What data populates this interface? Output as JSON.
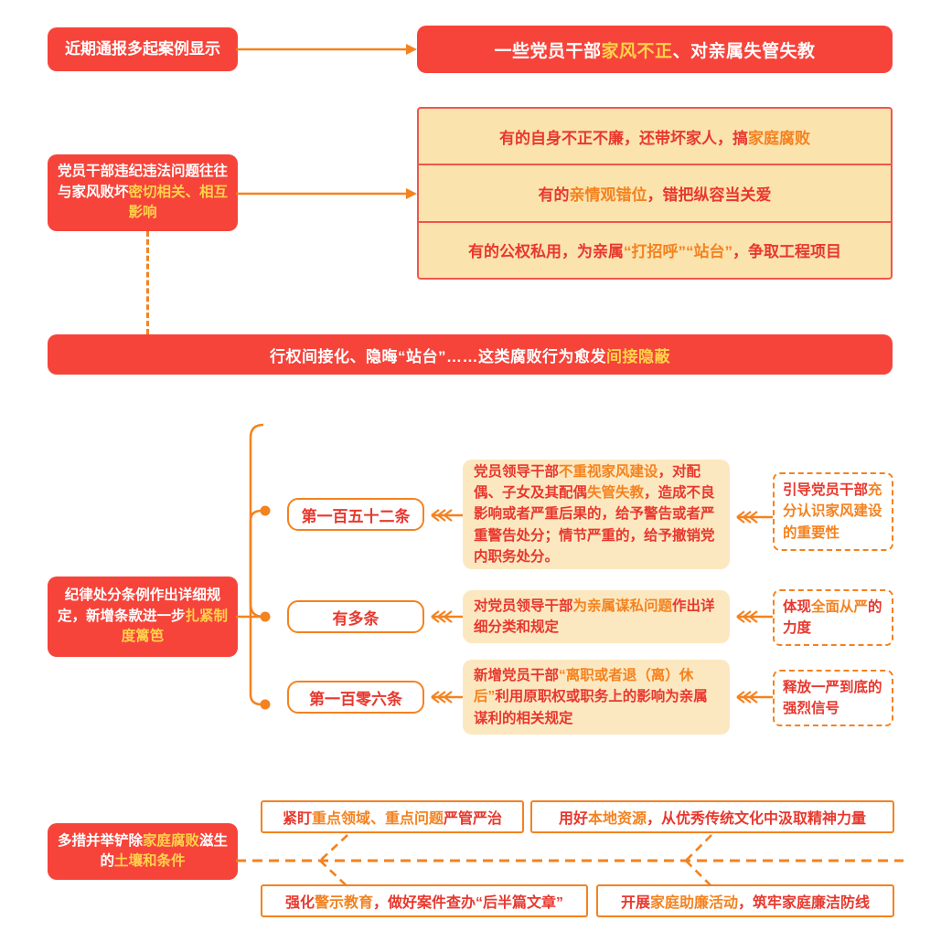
{
  "theme": {
    "red": "#F6443B",
    "deep_red": "#E8382E",
    "orange": "#F4821F",
    "yellow": "#FFD24A",
    "beige": "#FBE3AE",
    "soft_beige": "#FCE8C0",
    "white": "#FFFFFF"
  },
  "section1": {
    "source_label": "近期通报多起案例显示",
    "headline": {
      "pre": "一些党员干部",
      "hl": "家风不正",
      "post": "、对亲属失管失教"
    }
  },
  "section2": {
    "cause_box": {
      "pre": "党员干部违纪违法问题往往与家风败坏",
      "hl": "密切相关、相互影响"
    },
    "rows": [
      {
        "pre": "有的自身不正不廉，还带坏家人，搞",
        "hl": "家庭腐败",
        "post": ""
      },
      {
        "pre": "有的",
        "hl": "亲情观错位",
        "post": "，错把纵容当关爱"
      },
      {
        "pre": "有的公权私用，为亲属",
        "hl": "“打招呼”“站台”",
        "post": "，争取工程项目"
      }
    ],
    "summary_banner": {
      "pre": "行权间接化、隐晦“站台”……这类腐败行为愈发",
      "hl": "间接隐蔽"
    }
  },
  "section3": {
    "root": {
      "pre": "纪律处分条例作出详细规定，新增条款进一步",
      "hl": "扎紧制度篱笆"
    },
    "branches": [
      {
        "article": "第一百五十二条",
        "content": [
          {
            "t": "党员领导干部",
            "hl": false
          },
          {
            "t": "不重视家风建设",
            "hl": true
          },
          {
            "t": "，对配偶、子女及其配偶",
            "hl": false
          },
          {
            "t": "失管失教",
            "hl": true
          },
          {
            "t": "，造成不良影响或者严重后果的，给予警告或者严重警告处分；情节严重的，给予撤销党内职务处分。",
            "hl": false
          }
        ],
        "outcome": [
          {
            "t": "引导党员干部",
            "hl": false
          },
          {
            "t": "充分认识家风建设的重要性",
            "hl": true
          }
        ]
      },
      {
        "article": "有多条",
        "content": [
          {
            "t": "对党员领导干部",
            "hl": false
          },
          {
            "t": "为亲属谋私问题",
            "hl": true
          },
          {
            "t": "作出详细分类和规定",
            "hl": false
          }
        ],
        "outcome": [
          {
            "t": "体现",
            "hl": false
          },
          {
            "t": "全面从严",
            "hl": true
          },
          {
            "t": "的力度",
            "hl": false
          }
        ]
      },
      {
        "article": "第一百零六条",
        "content": [
          {
            "t": "新增党员干部",
            "hl": false
          },
          {
            "t": "“离职或者退（离）休后”",
            "hl": true
          },
          {
            "t": "利用原职权或职务上的影响为亲属谋利的相关规定",
            "hl": false
          }
        ],
        "outcome": [
          {
            "t": "释放一严到底的强烈信号",
            "hl": false
          }
        ]
      }
    ]
  },
  "section4": {
    "root": {
      "pre": "多措并举铲除",
      "hl1": "家庭腐败",
      "mid": "滋生的",
      "hl2": "土壤和条件"
    },
    "measures": [
      {
        "pre": "紧盯",
        "hl": "重点领域、重点问题",
        "post": "严管严治"
      },
      {
        "pre": "用好",
        "hl": "本地资源",
        "post": "，从优秀传统文化中汲取精神力量"
      },
      {
        "pre": "强化",
        "hl": "警示教育",
        "post": "，做好案件查办“后半篇文章”"
      },
      {
        "pre": "开展",
        "hl": "家庭助廉活动",
        "post": "，筑牢家庭廉洁防线"
      }
    ]
  },
  "icons": {
    "arrow_right": "arrow-right-icon",
    "arrow_left_triple": "triple-chevron-left-icon",
    "branch_dot": "branch-dot-icon"
  }
}
